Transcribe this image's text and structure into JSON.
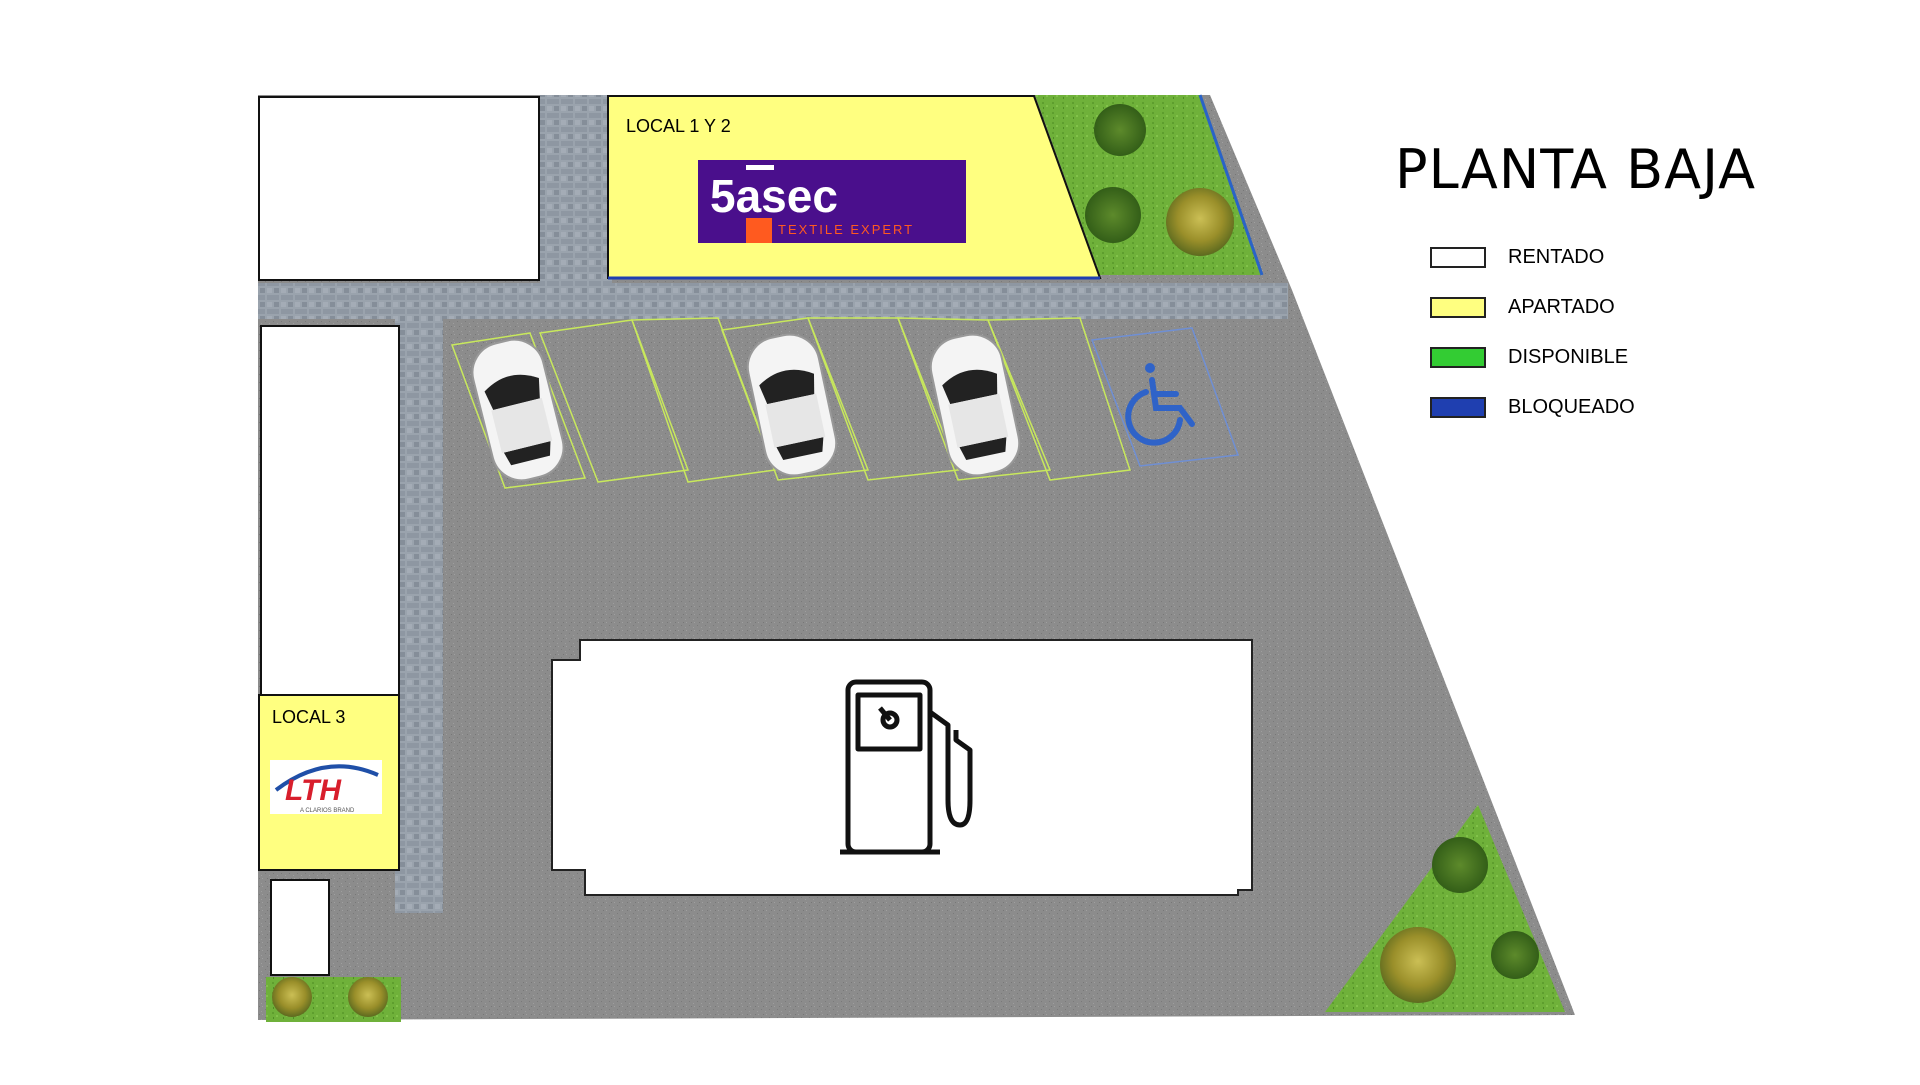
{
  "plan": {
    "title": "PLANTA BAJA",
    "units": [
      {
        "label": "LOCAL 1 Y 2",
        "status": "apartado"
      },
      {
        "label": "LOCAL 3",
        "status": "apartado"
      }
    ],
    "logos": {
      "local12": {
        "brand": "5asec",
        "tagline": "TEXTILE EXPERT",
        "bg": "#4a0f8c",
        "accent": "#ff5a1f"
      },
      "local3": {
        "brand": "LTH",
        "sub": "A CLARIOS BRAND",
        "color": "#d81e2c",
        "swoosh": "#1f4fa8"
      }
    },
    "icons": [
      "car-icon",
      "wheelchair-icon",
      "fuel-pump-icon",
      "tree-icon"
    ]
  },
  "legend": [
    {
      "label": "RENTADO",
      "color": "#ffffff"
    },
    {
      "label": "APARTADO",
      "color": "#ffff80"
    },
    {
      "label": "DISPONIBLE",
      "color": "#33cc33"
    },
    {
      "label": "BLOQUEADO",
      "color": "#1f3fb0"
    }
  ]
}
